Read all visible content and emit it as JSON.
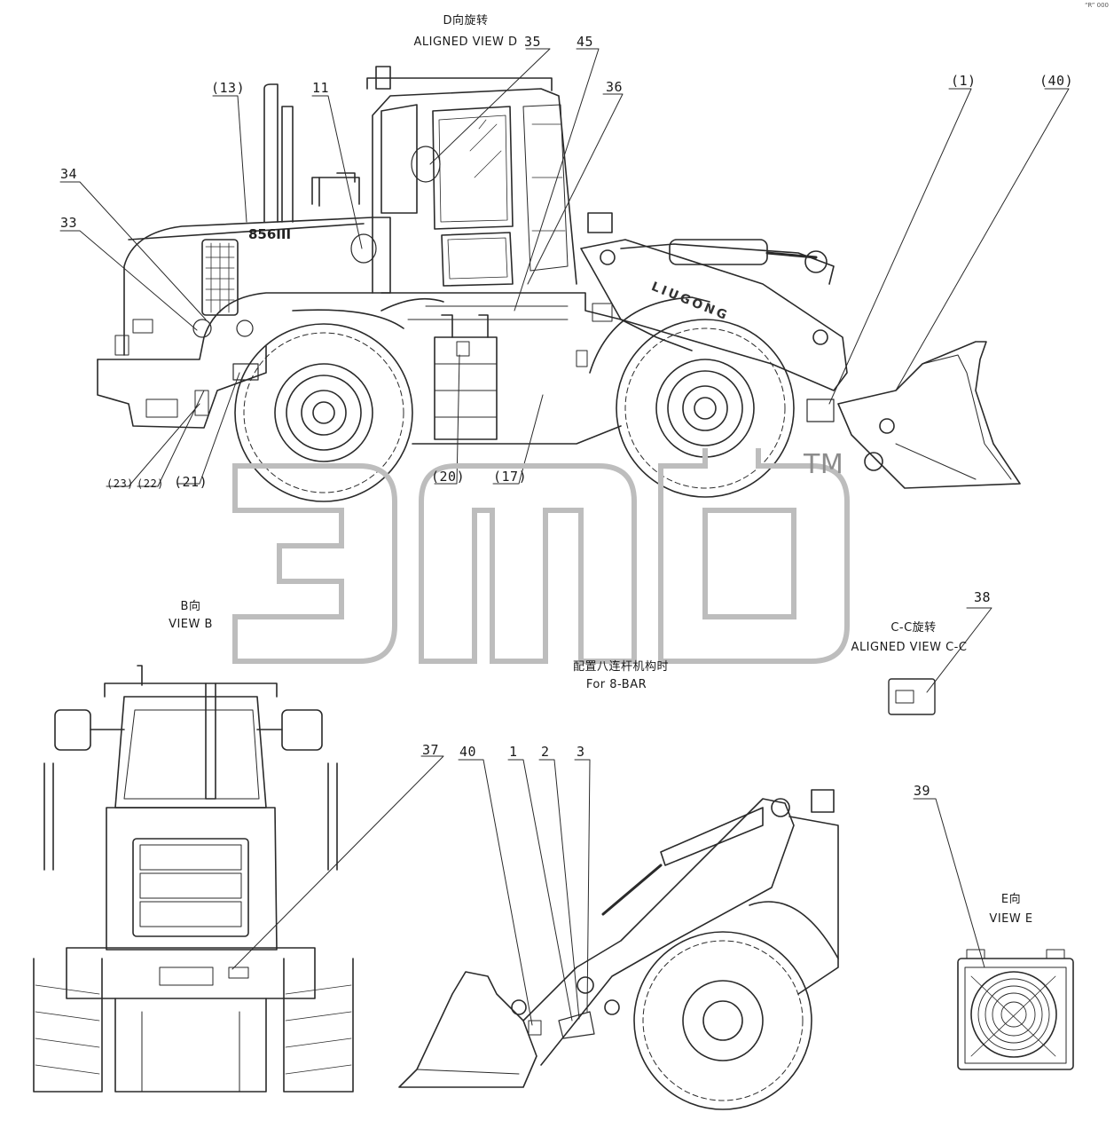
{
  "views": {
    "view_d": {
      "cn": "D向旋转",
      "en": "ALIGNED VIEW D"
    },
    "view_b": {
      "cn": "B向",
      "en": "VIEW B"
    },
    "view_cc": {
      "cn": "C-C旋转",
      "en": "ALIGNED VIEW C-C"
    },
    "eight_bar": {
      "cn": "配置八连杆机构时",
      "en": "For 8-BAR"
    },
    "view_e": {
      "cn": "E向",
      "en": "VIEW E"
    }
  },
  "model_badge": "856III",
  "boom_text": "LIUGONG",
  "watermark": {
    "text": "3mp",
    "tm": "TM"
  },
  "corner_note": "“R” 000",
  "callouts": {
    "c35": "35",
    "c45": "45",
    "c36": "36",
    "c13": "(13)",
    "c11": "11",
    "c34": "34",
    "c33": "33",
    "c1p": "(1)",
    "c40p": "(40)",
    "c23": "(23)",
    "c22": "(22)",
    "c21": "(21)",
    "c20": "(20)",
    "c17": "(17)",
    "c38": "38",
    "c37": "37",
    "c40": "40",
    "c1": "1",
    "c2": "2",
    "c3": "3",
    "c39": "39"
  },
  "colors": {
    "line": "#2a2a2a",
    "watermark": "#bdbdbd"
  }
}
